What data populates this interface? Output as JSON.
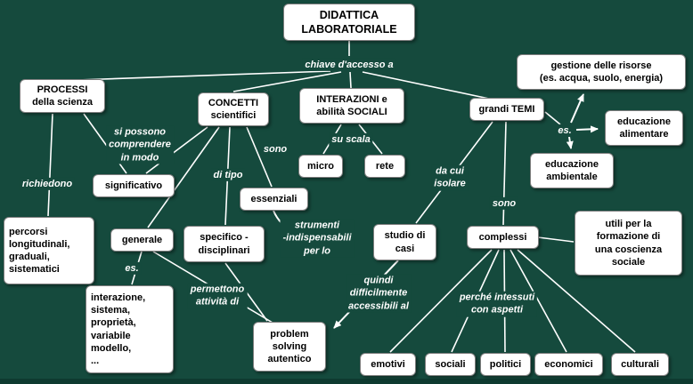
{
  "colors": {
    "background": "#154a3d",
    "node_background": "#ffffff",
    "node_text": "#000000",
    "connector": "#ffffff",
    "edge_label_text": "#ffffff"
  },
  "nodes": {
    "didattica": "DIDATTICA\nLABORATORIALE",
    "processi": "PROCESSI\ndella scienza",
    "concetti": "CONCETTI\nscientifici",
    "interazioni": "INTERAZIONI e\nabilità SOCIALI",
    "grandi_temi": "grandi TEMI",
    "gestione_risorse": "gestione delle risorse\n(es. acqua, suolo, energia)",
    "educazione_alimentare": "educazione\nalimentare",
    "educazione_ambientale": "educazione\nambientale",
    "significativo": "significativo",
    "micro": "micro",
    "rete": "rete",
    "essenziali": "essenziali",
    "percorsi": "percorsi\nlongitudinali,\ngraduali,\nsistematici",
    "generale": "generale",
    "specifico": "specifico -\ndisciplinari",
    "studio_di_casi": "studio di\ncasi",
    "complessi": "complessi",
    "utili": "utili per la\nformazione di\nuna coscienza\nsociale",
    "esempi_concetti": "interazione,\nsistema,\nproprietà,\nvariabile\nmodello,\n...",
    "problem_solving": "problem\nsolving\nautentico",
    "emotivi": "emotivi",
    "sociali": "sociali",
    "politici": "politici",
    "economici": "economici",
    "culturali": "culturali"
  },
  "edge_labels": {
    "chiave": "chiave d'accesso a",
    "si_possono": "si possono\ncomprendere\nin modo",
    "sono_concetti": "sono",
    "su_scala": "su scala",
    "richiedono": "richiedono",
    "di_tipo": "di tipo",
    "da_cui_isolare": "da cui\nisolare",
    "es_temi": "es.",
    "sono_temi": "sono",
    "strumenti": "strumenti\n-indispensabili\nper lo",
    "es_generale": "es.",
    "permettono": "permettono\nattività di",
    "quindi": "quindi\ndifficilmente\naccessibili al",
    "perche": "perché intessuti\ncon aspetti"
  }
}
